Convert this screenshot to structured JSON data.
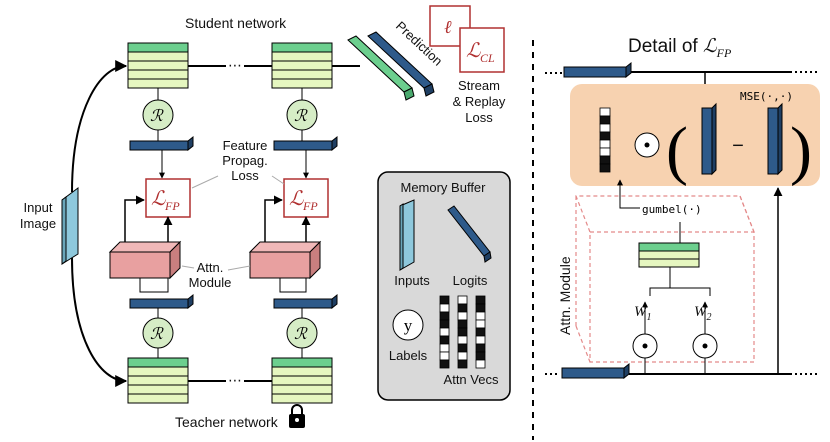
{
  "labels": {
    "student_network": "Student network",
    "teacher_network": "Teacher network",
    "input_image": [
      "Input",
      "Image"
    ],
    "prediction": "Prediction",
    "loss_l": "ℓ",
    "loss_cl": "CL",
    "stream_replay_loss": [
      "Stream",
      "& Replay",
      "Loss"
    ],
    "feature_propag_loss": [
      "Feature",
      "Propag.",
      "Loss"
    ],
    "attn_module_left": [
      "Attn.",
      "Module"
    ],
    "fp_sub": "FP",
    "r_symbol": "ℛ",
    "memory_buffer": {
      "title": "Memory Buffer",
      "inputs": "Inputs",
      "logits": "Logits",
      "labels": "Labels",
      "label_glyph": "y",
      "attn_vecs": "Attn Vecs"
    },
    "detail_title": "Detail of ",
    "mse": "MSE(·,·)",
    "gumbel": "gumbel(·)",
    "attn_module_right": "Attn. Module",
    "w1": "W",
    "w1_sub": "1",
    "w2": "W",
    "w2_sub": "2",
    "odot": "⊙",
    "minus": "−"
  },
  "colors": {
    "green_light": "#e6f7c0",
    "green_top": "#6ccf8e",
    "blue_dark": "#2e5a8a",
    "blue_light": "#8ec8dc",
    "attn_pink": "#e8a0a0",
    "attn_pink_dark": "#c97f7f",
    "loss_red": "#b03030",
    "r_circle": "#d6edc6",
    "detail_bg": "#f7d2b0",
    "mem_bg": "#d9d9d9",
    "dash_pink": "#e48a8a"
  }
}
